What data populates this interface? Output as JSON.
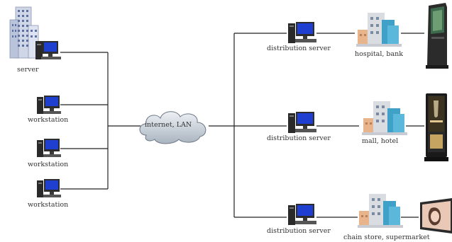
{
  "left_nodes": [
    {
      "label": "server"
    },
    {
      "label": "workstation"
    },
    {
      "label": "workstation"
    },
    {
      "label": "workstation"
    }
  ],
  "cloud": {
    "label": "internet, LAN"
  },
  "right_nodes": [
    {
      "server_label": "distribution server",
      "venue_label": "hospital, bank",
      "terminal": "kiosk-terminal"
    },
    {
      "server_label": "distribution server",
      "venue_label": "mall, hotel",
      "terminal": "floor-standing-display"
    },
    {
      "server_label": "distribution server",
      "venue_label": "chain store, supermarket",
      "terminal": "wall-mounted-display"
    }
  ],
  "colors": {
    "line": "#222222",
    "screen": "#1e3fd0",
    "cloud": "#7c8a99",
    "building_blue": "#3fa0c8",
    "building_peach": "#e8b48c"
  }
}
